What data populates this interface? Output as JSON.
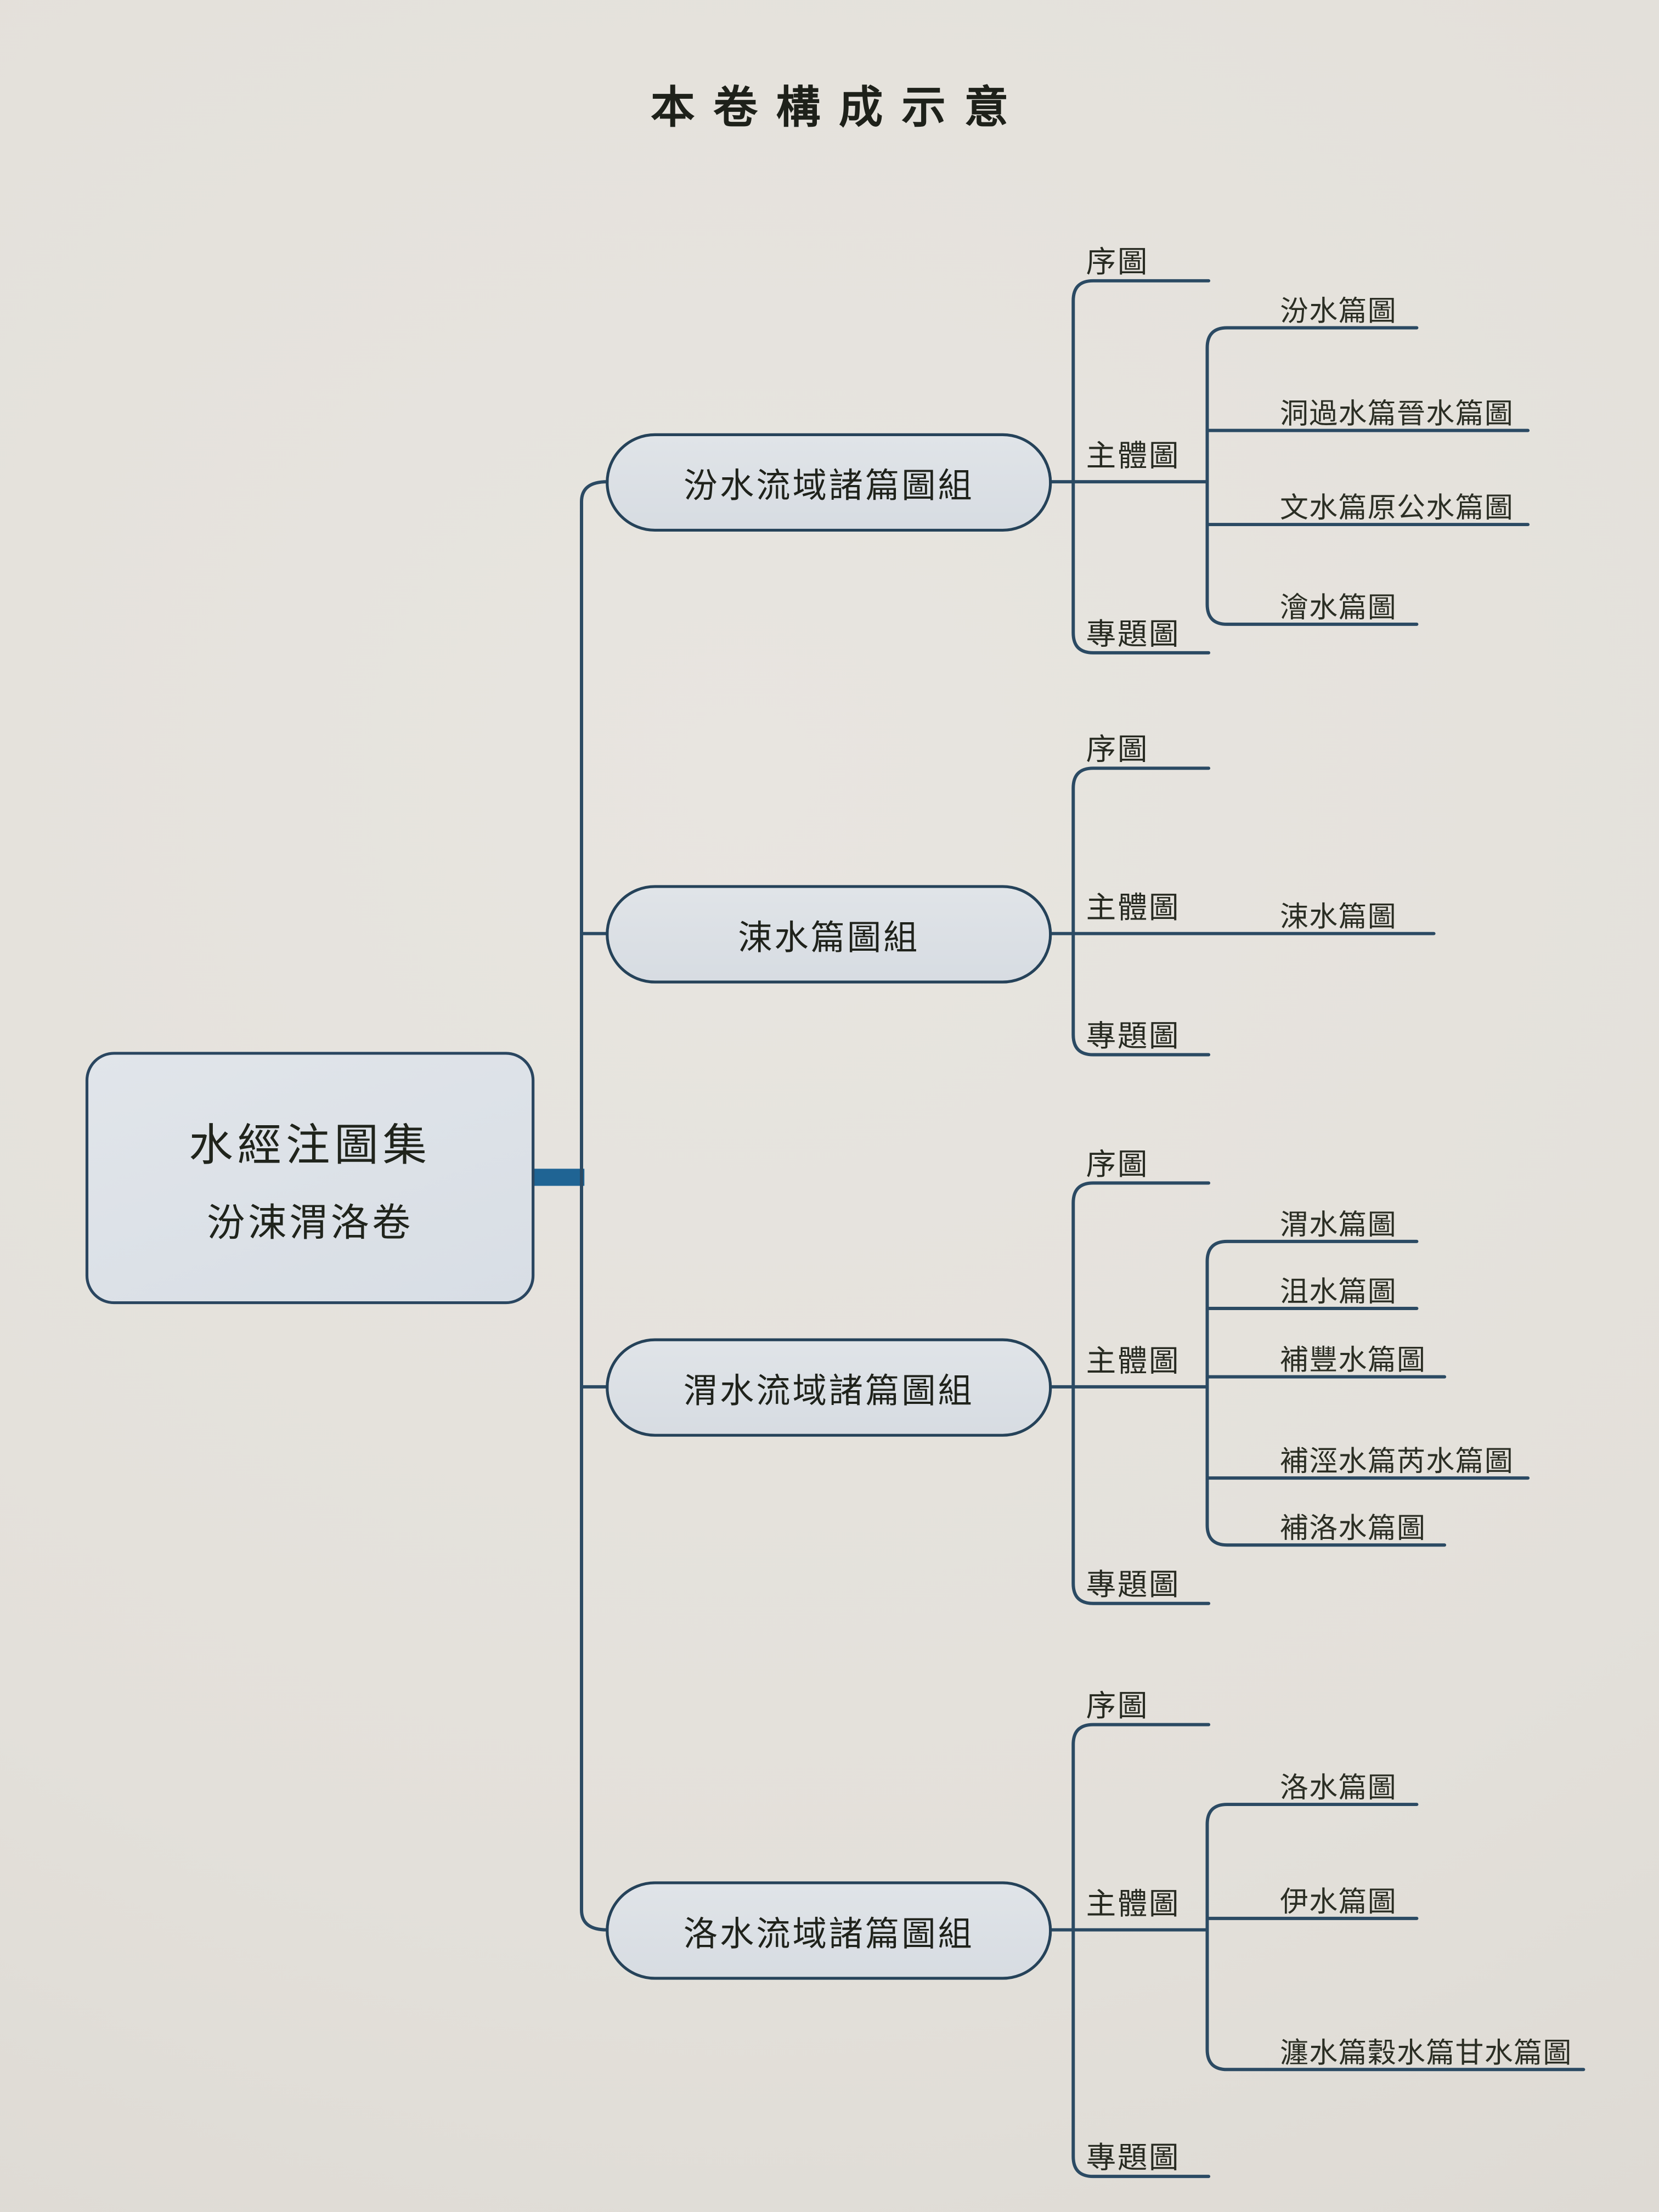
{
  "page_title": "本卷構成示意",
  "root": {
    "line1": "水經注圖集",
    "line2": "汾涑渭洛卷"
  },
  "groups": [
    {
      "name": "汾水流域諸篇圖組",
      "preface": "序圖",
      "main_body": "主體圖",
      "thematic": "專題圖",
      "maps": [
        "汾水篇圖",
        "洞過水篇晉水篇圖",
        "文水篇原公水篇圖",
        "澮水篇圖"
      ]
    },
    {
      "name": "涑水篇圖組",
      "preface": "序圖",
      "main_body": "主體圖",
      "thematic": "專題圖",
      "maps": [
        "涑水篇圖"
      ]
    },
    {
      "name": "渭水流域諸篇圖組",
      "preface": "序圖",
      "main_body": "主體圖",
      "thematic": "專題圖",
      "maps": [
        "渭水篇圖",
        "沮水篇圖",
        "補豐水篇圖",
        "補涇水篇芮水篇圖",
        "補洛水篇圖"
      ]
    },
    {
      "name": "洛水流域諸篇圖組",
      "preface": "序圖",
      "main_body": "主體圖",
      "thematic": "專題圖",
      "maps": [
        "洛水篇圖",
        "伊水篇圖",
        "瀍水篇穀水篇甘水篇圖"
      ]
    }
  ],
  "colors": {
    "paper": "#e3e0da",
    "line": "#2b4a63",
    "accent_bar": "#1f6494",
    "node_fill": "#dadfe5",
    "node_border": "#254259",
    "text": "#23261d"
  }
}
